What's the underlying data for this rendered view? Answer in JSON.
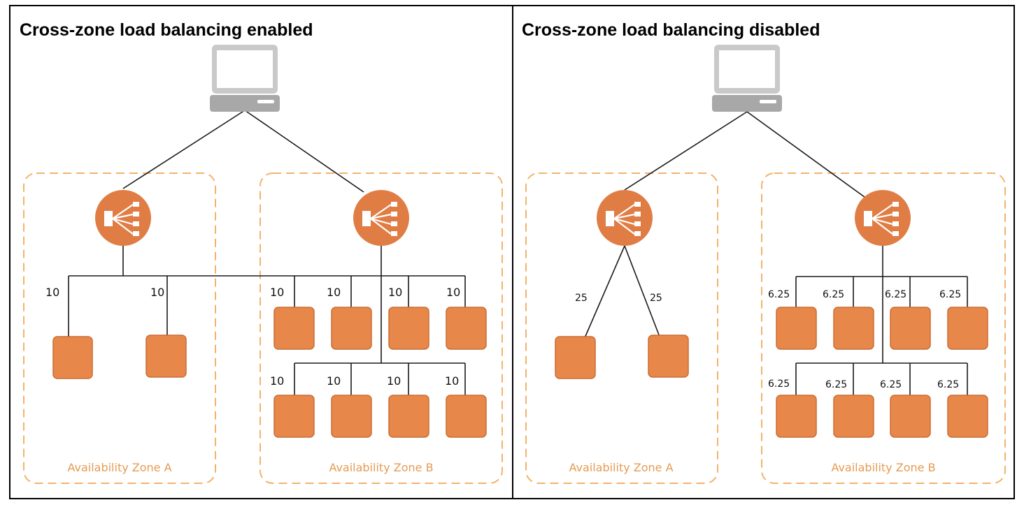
{
  "colors": {
    "instance": "#e8874a",
    "instance_stroke": "#c96e35",
    "balancer": "#e07d45",
    "zone_border": "#f2b36b",
    "zone_label": "#e59b52",
    "computer_body": "#c9c9c9",
    "computer_dark": "#a8a8a8",
    "line": "#1a1a1a"
  },
  "icons": {
    "client": "laptop-icon",
    "load_balancer": "load-balancer-icon",
    "instance": "instance-icon"
  },
  "panels": [
    {
      "title": "Cross-zone load balancing enabled",
      "zones": [
        {
          "label": "Availability Zone A",
          "instance_weights": [
            "10",
            "10"
          ]
        },
        {
          "label": "Availability Zone B",
          "instance_weights": [
            "10",
            "10",
            "10",
            "10",
            "10",
            "10",
            "10",
            "10"
          ]
        }
      ]
    },
    {
      "title": "Cross-zone load balancing disabled",
      "zones": [
        {
          "label": "Availability Zone A",
          "instance_weights": [
            "25",
            "25"
          ]
        },
        {
          "label": "Availability Zone B",
          "instance_weights": [
            "6.25",
            "6.25",
            "6.25",
            "6.25",
            "6.25",
            "6.25",
            "6.25",
            "6.25"
          ]
        }
      ]
    }
  ]
}
